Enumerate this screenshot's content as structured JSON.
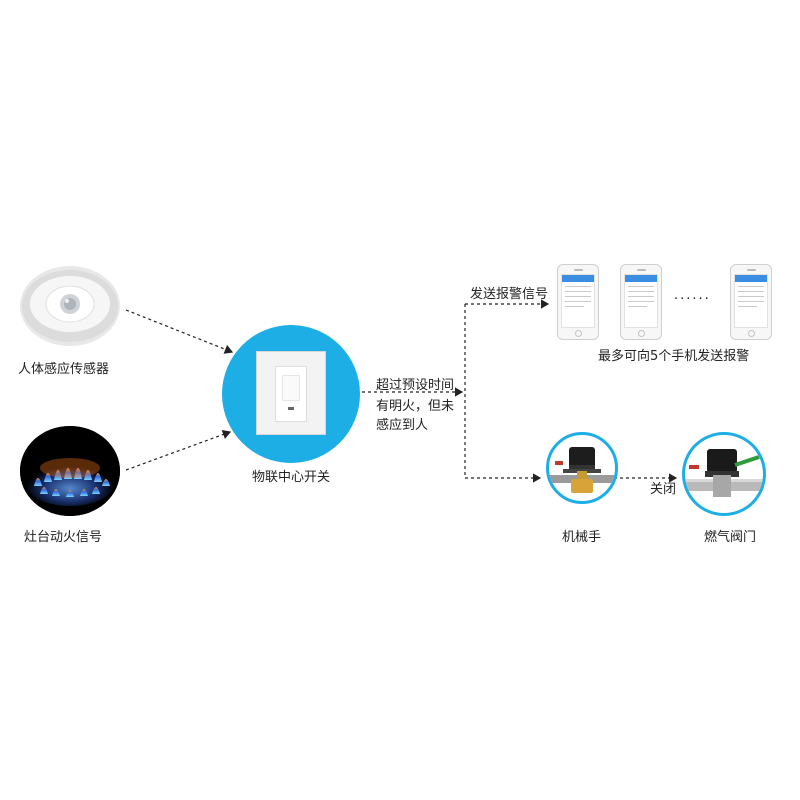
{
  "nodes": {
    "pir_sensor": {
      "label": "人体感应传感器",
      "icon": "pir-motion-sensor-icon"
    },
    "flame_signal": {
      "label": "灶台动火信号",
      "icon": "gas-flame-icon"
    },
    "hub_switch": {
      "label": "物联中心开关",
      "icon": "smart-wall-switch-icon",
      "accent": "#29b6e8"
    },
    "manipulator": {
      "label": "机械手",
      "icon": "valve-manipulator-icon"
    },
    "gas_valve": {
      "label": "燃气阀门",
      "icon": "gas-valve-icon"
    }
  },
  "edges": {
    "condition_label": [
      "超过预设时间",
      "有明火，但未",
      "感应到人"
    ],
    "alarm_label": "发送报警信号",
    "close_label": "关闭"
  },
  "phones": {
    "caption": "最多可向5个手机发送报警",
    "ellipsis": "......",
    "screen_color": "#3a8de0"
  },
  "colors": {
    "accent_ring": "#1eaee6",
    "connector": "#222222"
  }
}
